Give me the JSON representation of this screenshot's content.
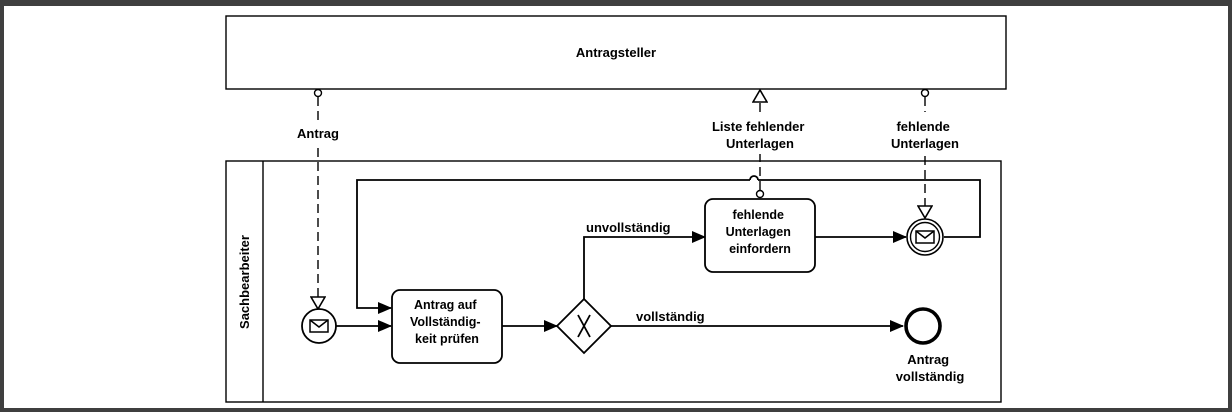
{
  "pools": {
    "top": {
      "label": "Antragsteller"
    },
    "bottom": {
      "label": "Sachbearbeiter"
    }
  },
  "tasks": {
    "check": {
      "lines": [
        "Antrag auf",
        "Vollständig-",
        "keit prüfen"
      ]
    },
    "request": {
      "lines": [
        "fehlende",
        "Unterlagen",
        "einfordern"
      ]
    }
  },
  "events": {
    "end": {
      "lines": [
        "Antrag",
        "vollständig"
      ]
    }
  },
  "flows": {
    "incomplete": "unvollständig",
    "complete": "vollständig"
  },
  "messages": {
    "application": [
      "Antrag"
    ],
    "missing_list": [
      "Liste fehlender",
      "Unterlagen"
    ],
    "missing_docs": [
      "fehlende",
      "Unterlagen"
    ]
  },
  "colors": {
    "stroke": "#000000",
    "frame": "#3f3f3f",
    "fill": "#ffffff"
  }
}
